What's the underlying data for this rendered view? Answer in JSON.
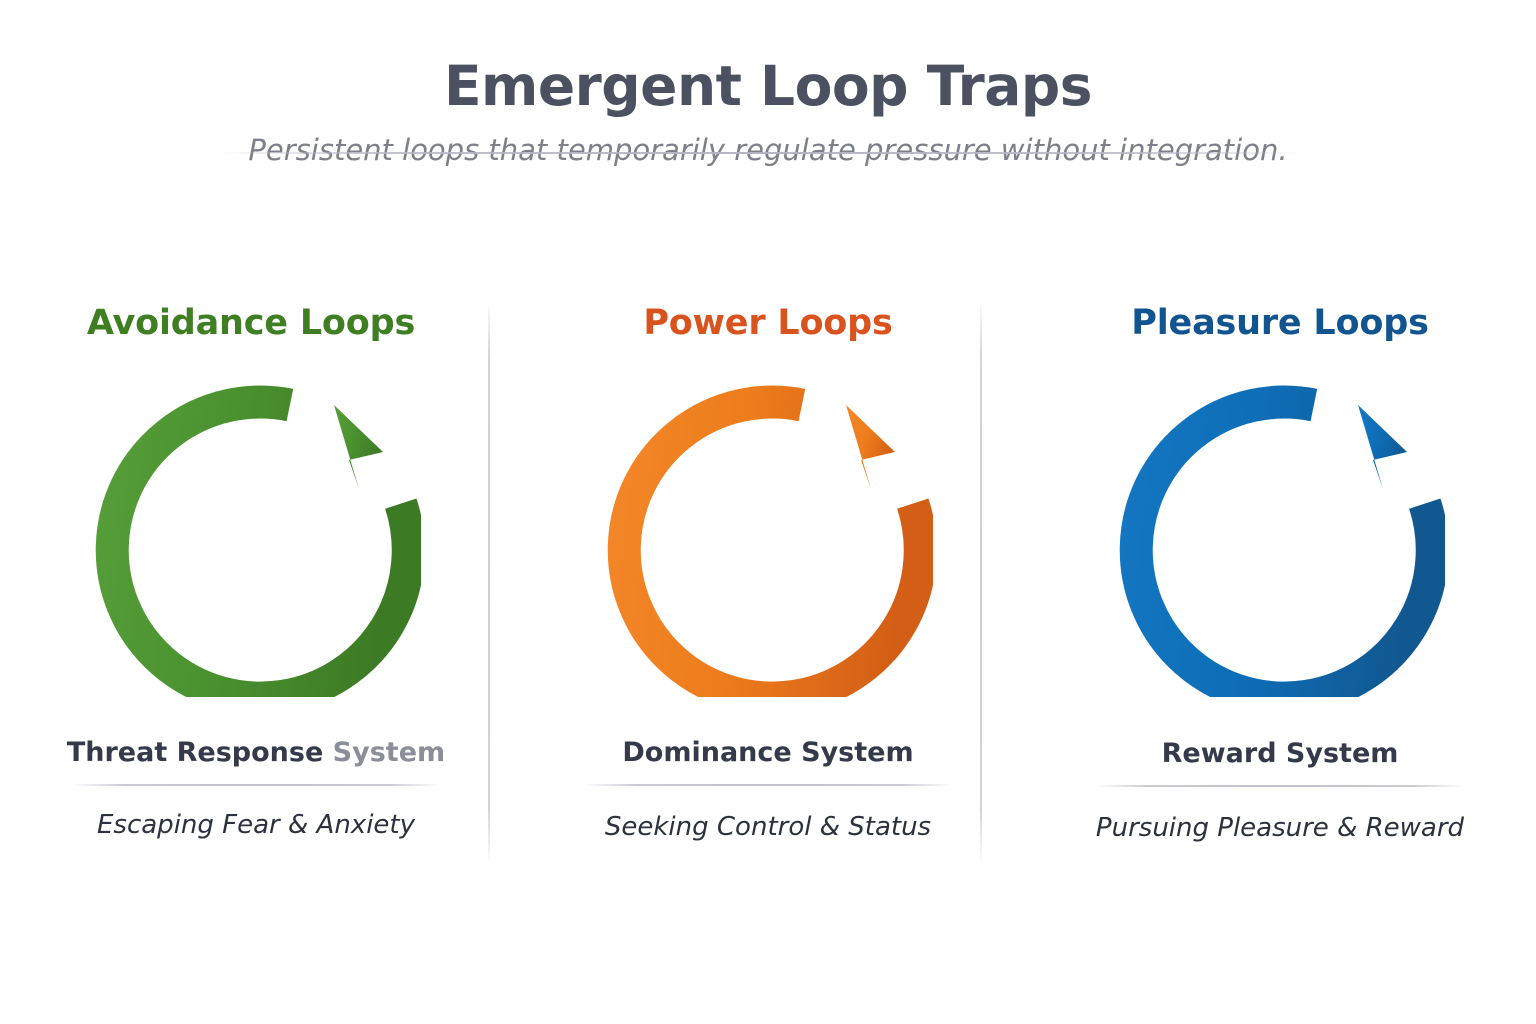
{
  "header": {
    "title": "Emergent Loop Traps",
    "subtitle": "Persistent loops that temporarily regulate pressure without integration."
  },
  "columns": [
    {
      "heading": "Avoidance Loops",
      "color": "#3f7e22",
      "loop_icon": "circular-arrow-icon",
      "system_name_primary": "Threat Response",
      "system_name_secondary": " System",
      "descriptor": "Escaping Fear & Anxiety"
    },
    {
      "heading": "Power Loops",
      "color": "#d9531e",
      "loop_icon": "circular-arrow-icon",
      "system_name_primary": "Dominance System",
      "system_name_secondary": "",
      "descriptor": "Seeking Control & Status"
    },
    {
      "heading": "Pleasure Loops",
      "color": "#11548f",
      "loop_icon": "circular-arrow-icon",
      "system_name_primary": "Reward System",
      "system_name_secondary": "",
      "descriptor": "Pursuing Pleasure & Reward"
    }
  ],
  "theme": {
    "background": "#ffffff",
    "title_color": "#4b5160",
    "subtitle_color": "#7e8089",
    "system_name_color": "#343a4a",
    "system_name_muted_color": "#8b8e98",
    "descriptor_color": "#2c313d",
    "divider_color": "#c4c4d0",
    "loop_green": "#4a9130",
    "loop_green_dark": "#3f7d25",
    "loop_orange": "#ed7d1c",
    "loop_orange_dark": "#d9631a",
    "loop_blue": "#0e6eb8",
    "loop_blue_dark": "#115c99"
  }
}
